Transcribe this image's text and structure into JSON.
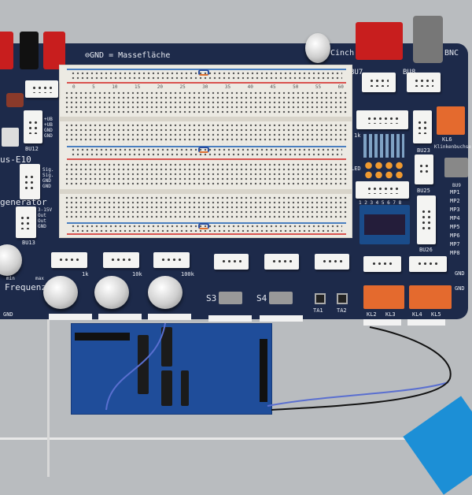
{
  "board": {
    "gnd_note": "⊖GND = Massefläche",
    "cinch": "Cinch",
    "bnc": "BNC",
    "bu7": "BU7",
    "bu8": "BU8",
    "bu12": "BU12",
    "bu12_pins": "+UB +UB GND GND",
    "bus_label": "us-E10",
    "sig_pins": "Sig. Sig. GND GND",
    "generator": "generator",
    "bu13": "BU13",
    "bu13_pins": "3-15V Out Out GND",
    "min": "min",
    "max": "max",
    "frequenz": "Frequenz",
    "gnd_left": "GND",
    "pot1": "1k",
    "pot2": "10k",
    "pot3": "100k",
    "s3": "S3",
    "s4": "S4",
    "ta1": "TA1",
    "ta2": "TA2",
    "kl2": "KL2",
    "kl3": "KL3",
    "kl4": "KL4",
    "kl5": "KL5",
    "kl6": "KL6",
    "klinke": "Klinkenbuchse",
    "led": "LED",
    "r1k": "1k",
    "bu23": "BU23",
    "bu25": "BU25",
    "bu26": "BU26",
    "bu9": "BU9",
    "led_numbers": "1 2 3 4 5 6 7 8",
    "mp": [
      "MP1",
      "MP2",
      "MP3",
      "MP4",
      "MP5",
      "MP6",
      "MP7",
      "MP8"
    ],
    "gnd1": "GND",
    "gnd2": "GND"
  },
  "breadboard": {
    "col_numbers": [
      "0",
      "5",
      "10",
      "15",
      "20",
      "25",
      "30",
      "35",
      "40",
      "45",
      "50",
      "55",
      "60"
    ],
    "colors": {
      "rail_red": "#d9534f",
      "rail_blue": "#4a7fc0"
    }
  }
}
